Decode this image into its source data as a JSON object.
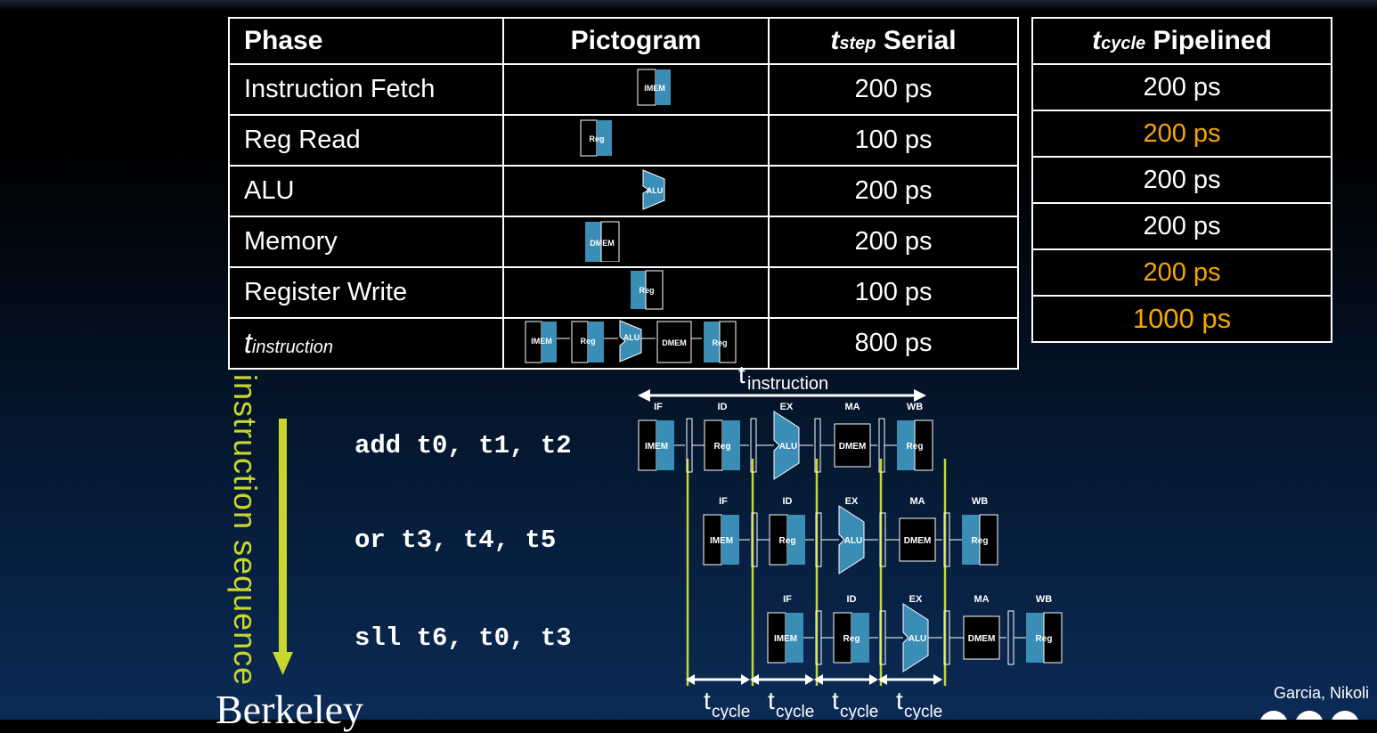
{
  "table": {
    "headers": {
      "phase": "Phase",
      "pictogram": "Pictogram",
      "t": "t",
      "step_sub": "step",
      "serial": "Serial",
      "cycle_sub": "cycle",
      "pipelined": "Pipelined"
    },
    "rows": [
      {
        "phase": "Instruction Fetch",
        "serial": "200 ps",
        "pipelined": "200 ps",
        "highlight": false
      },
      {
        "phase": "Reg Read",
        "serial": "100 ps",
        "pipelined": "200 ps",
        "highlight": true
      },
      {
        "phase": "ALU",
        "serial": "200 ps",
        "pipelined": "200 ps",
        "highlight": false
      },
      {
        "phase": "Memory",
        "serial": "200 ps",
        "pipelined": "200 ps",
        "highlight": false
      },
      {
        "phase": "Register Write",
        "serial": "100 ps",
        "pipelined": "200 ps",
        "highlight": true
      }
    ],
    "total": {
      "t": "t",
      "sub": "instruction",
      "serial": "800 ps",
      "pipelined": "1000 ps"
    }
  },
  "block_labels": {
    "imem": "IMEM",
    "reg": "Reg",
    "alu": "ALU",
    "dmem": "DMEM"
  },
  "stage_labels": [
    "IF",
    "ID",
    "EX",
    "MA",
    "WB"
  ],
  "pipeline": {
    "t_instruction": {
      "t": "t",
      "sub": "instruction"
    },
    "t_cycle": {
      "t": "t",
      "sub": "cycle"
    },
    "sequence_label": "instruction sequence",
    "instructions": [
      "add t0, t1, t2",
      "or t3, t4, t5",
      "sll t6, t0, t3"
    ]
  },
  "footer": {
    "logo": "Berkeley",
    "credit": "Garcia, Nikoli"
  },
  "colors": {
    "accent": "#3a8db4",
    "highlight": "#f7a600",
    "sequence": "#c8d62e"
  }
}
